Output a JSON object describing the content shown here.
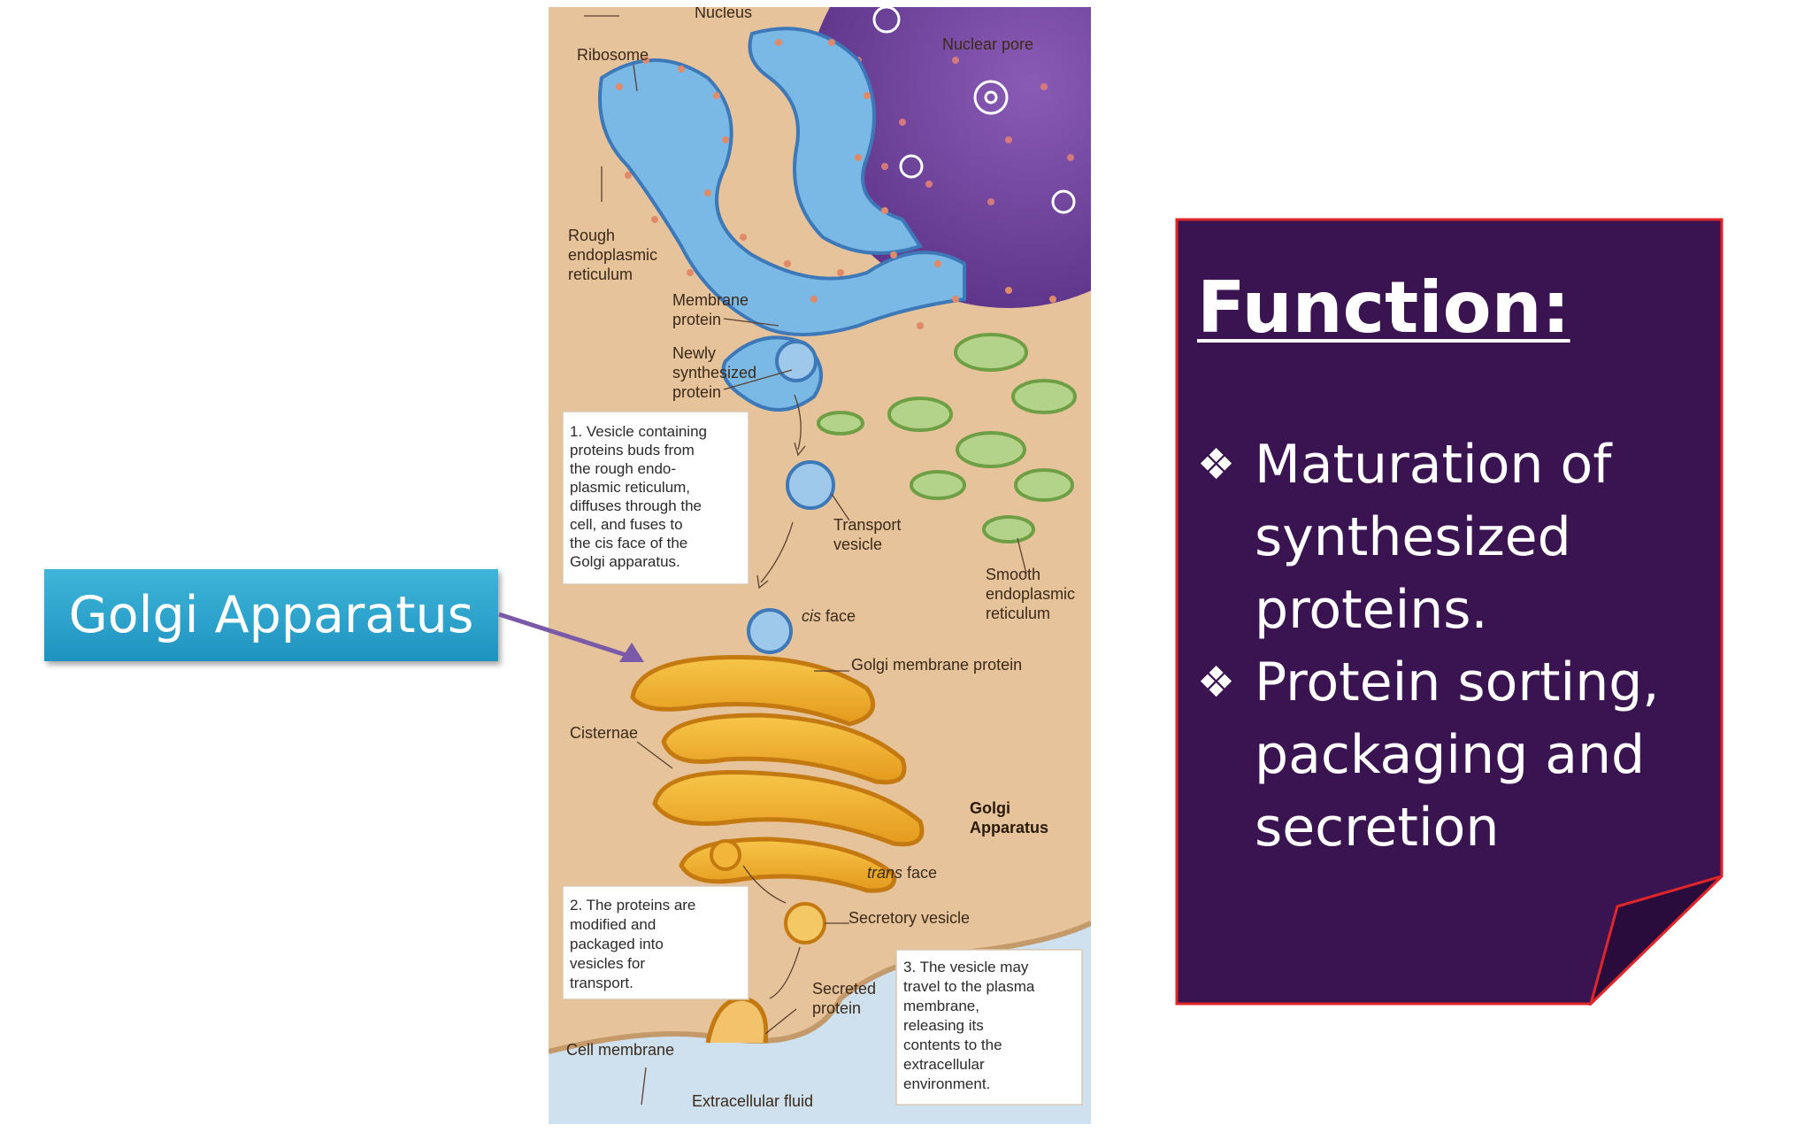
{
  "callout": {
    "label": "Golgi Apparatus",
    "accent": "#2aa6d0"
  },
  "function_card": {
    "title": "Function:",
    "bullet_icon": "four-diamond-bullet-icon",
    "bullets": [
      "Maturation of synthesized proteins.",
      "Protein sorting, packaging and secretion"
    ],
    "background": "#3a1450",
    "border": "#e0262a"
  },
  "figure": {
    "labels": {
      "nucleus": "Nucleus",
      "nuclear_pore": "Nuclear pore",
      "ribosome": "Ribosome",
      "rough_er": [
        "Rough",
        "endoplasmic",
        "reticulum"
      ],
      "membrane_protein": [
        "Membrane",
        "protein"
      ],
      "newly_synthesized": [
        "Newly",
        "synthesized",
        "protein"
      ],
      "transport_vesicle": [
        "Transport",
        "vesicle"
      ],
      "smooth_er": [
        "Smooth",
        "endoplasmic",
        "reticulum"
      ],
      "cis_face_italic": "cis",
      "cis_face_rest": " face",
      "golgi_membrane_protein": "Golgi membrane protein",
      "cisternae": "Cisternae",
      "golgi_apparatus": [
        "Golgi",
        "Apparatus"
      ],
      "trans_face_italic": "trans",
      "trans_face_rest": " face",
      "secretory_vesicle": "Secretory vesicle",
      "secreted_protein": [
        "Secreted",
        "protein"
      ],
      "cell_membrane": "Cell membrane",
      "extracellular_fluid": "Extracellular fluid"
    },
    "step1": [
      "1. Vesicle containing",
      "proteins buds from",
      "the rough endo-",
      "plasmic reticulum,",
      "diffuses through the",
      "cell, and fuses to",
      "the cis face of the",
      "Golgi apparatus."
    ],
    "step2": [
      "2. The proteins are",
      "modified and",
      "packaged into",
      "vesicles for",
      "transport."
    ],
    "step3": [
      "3. The vesicle may",
      "travel to the plasma",
      "membrane,",
      "releasing its",
      "contents to the",
      "extracellular",
      "environment."
    ]
  }
}
